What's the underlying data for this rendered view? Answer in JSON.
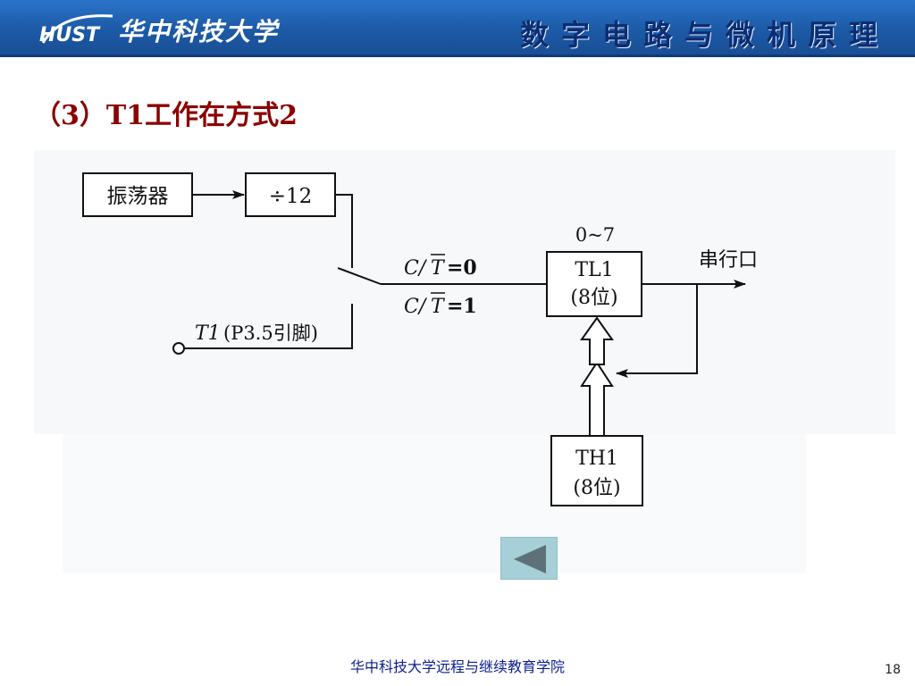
{
  "header": {
    "logo_text": "HUST",
    "school_name": "华中科技大学",
    "course_title": "数字电路与微机原理"
  },
  "section_title": "（3）T1工作在方式2",
  "diagram": {
    "oscillator_label": "振荡器",
    "divider_label": "÷12",
    "ct0_prefix": "C/",
    "ct0_t": "T",
    "ct0_value": "=0",
    "ct1_prefix": "C/",
    "ct1_t": "T",
    "ct1_value": "=1",
    "pin_label_t1": "T1",
    "pin_label_rest": "(P3.5引脚)",
    "bit_range": "0~7",
    "tl1_name": "TL1",
    "tl1_bits": "(8位)",
    "serial_port": "串行口",
    "th1_name": "TH1",
    "th1_bits": "(8位)"
  },
  "nav": {
    "back_icon": "back-triangle-icon"
  },
  "footer": {
    "institution": "华中科技大学远程与继续教育学院",
    "page_number": "18"
  },
  "colors": {
    "banner": "#1c5aa6",
    "title_red": "#8b0000",
    "footer_blue": "#0b1f8f",
    "nav_button": "#a6cfd8"
  }
}
